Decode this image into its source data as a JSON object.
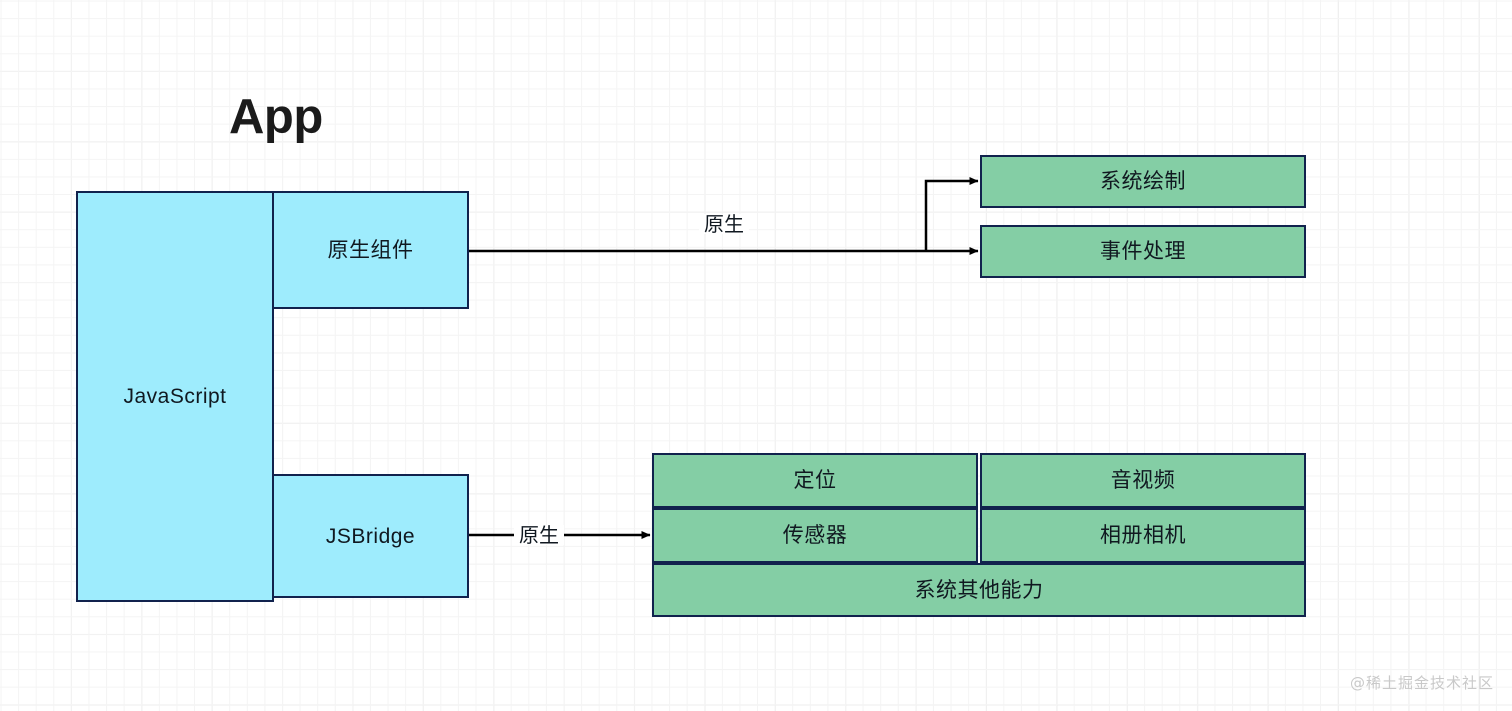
{
  "diagram": {
    "title": "App",
    "watermark": "@稀土掘金技术社区",
    "colors": {
      "blue_fill": "#9eecfd",
      "green_fill": "#84cea5",
      "stroke": "#11224d",
      "edge": "#000000",
      "grid_minor": "#f4f4f4",
      "grid_major": "#e2e2e2",
      "watermark_text": "#c9c9c9"
    },
    "app_group": {
      "javascript": "JavaScript",
      "native_component": "原生组件",
      "jsbridge": "JSBridge"
    },
    "native_layer": {
      "system_draw": "系统绘制",
      "event_handling": "事件处理"
    },
    "capability_layer": {
      "location": "定位",
      "audio_video": "音视频",
      "sensor": "传感器",
      "album_camera": "相册相机",
      "other_system": "系统其他能力"
    },
    "edges": {
      "native_component_to_system": "原生",
      "jsbridge_to_capability": "原生"
    }
  }
}
